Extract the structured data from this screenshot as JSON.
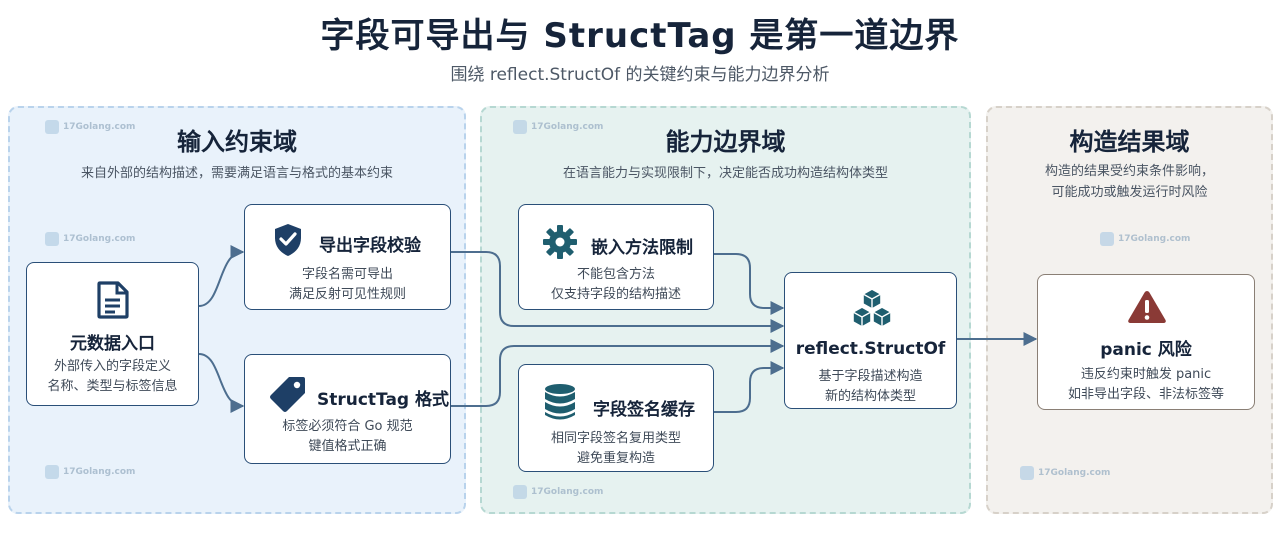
{
  "header": {
    "title": "字段可导出与 StructTag 是第一道边界",
    "subtitle": "围绕 reflect.StructOf 的关键约束与能力边界分析"
  },
  "zones": {
    "input": {
      "title": "输入约束域",
      "desc": "来自外部的结构描述，需要满足语言与格式的基本约束"
    },
    "ability": {
      "title": "能力边界域",
      "desc": "在语言能力与实现限制下，决定能否成功构造结构体类型"
    },
    "result": {
      "title": "构造结果域",
      "desc_line1": "构造的结果受约束条件影响，",
      "desc_line2": "可能成功或触发运行时风险"
    }
  },
  "nodes": {
    "metadata": {
      "title": "元数据入口",
      "line1": "外部传入的字段定义",
      "line2": "名称、类型与标签信息"
    },
    "export_check": {
      "title": "导出字段校验",
      "line1": "字段名需可导出",
      "line2": "满足反射可见性规则"
    },
    "structtag": {
      "title": "StructTag 格式",
      "line1": "标签必须符合 Go 规范",
      "line2": "键值格式正确"
    },
    "embed_limit": {
      "title": "嵌入方法限制",
      "line1": "不能包含方法",
      "line2": "仅支持字段的结构描述"
    },
    "sig_cache": {
      "title": "字段签名缓存",
      "line1": "相同字段签名复用类型",
      "line2": "避免重复构造"
    },
    "structof": {
      "title": "reflect.StructOf",
      "line1": "基于字段描述构造",
      "line2": "新的结构体类型"
    },
    "panic": {
      "title": "panic 风险",
      "line1": "违反约束时触发 panic",
      "line2": "如非导出字段、非法标签等"
    }
  },
  "watermark": {
    "text": "17Golang.com"
  },
  "colors": {
    "navy": "#1e3f66",
    "teal": "#1f5e6f",
    "danger": "#8a3a36",
    "input_bg": "#e9f2fb",
    "ability_bg": "#e6f2f0",
    "result_bg": "#f3f1ee"
  },
  "icons": {
    "metadata": "document-icon",
    "export_check": "shield-check-icon",
    "structtag": "tag-icon",
    "embed_limit": "gear-icon",
    "sig_cache": "database-icon",
    "structof": "cubes-icon",
    "panic": "warning-icon"
  }
}
